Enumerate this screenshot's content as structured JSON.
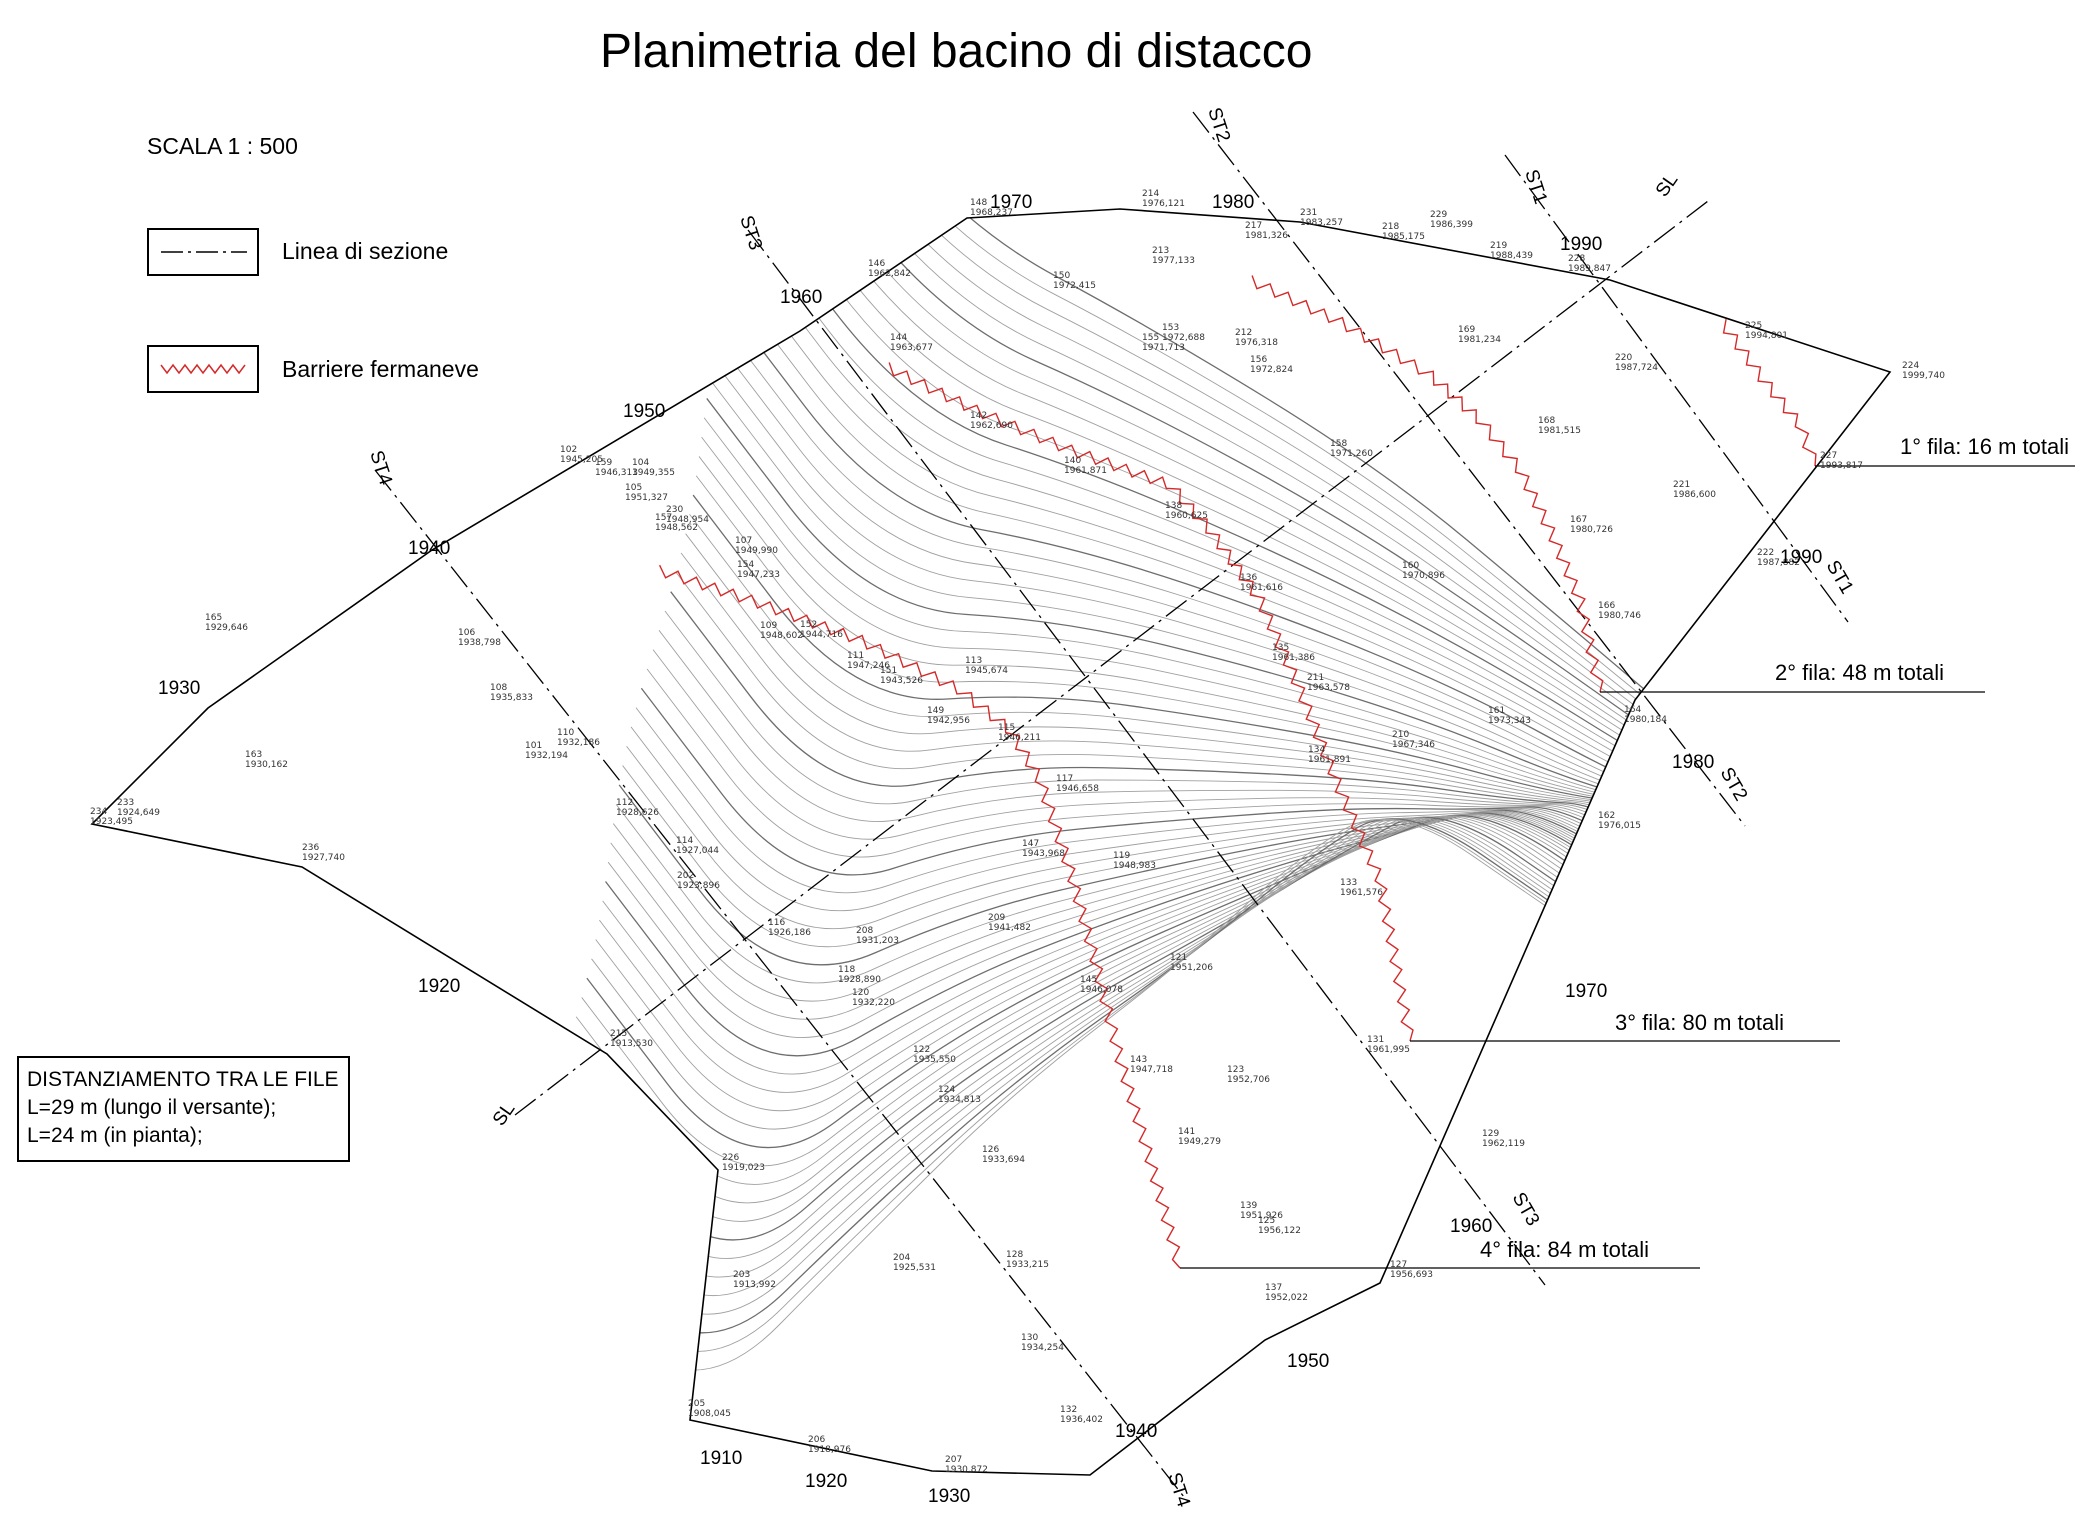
{
  "title": "Planimetria del bacino di distacco",
  "scale": "SCALA 1 : 500",
  "legend": {
    "section_line": "Linea di sezione",
    "barriers": "Barriere fermaneve"
  },
  "spacing": {
    "heading": "DISTANZIAMENTO TRA LE FILE",
    "line1": "L=29 m (lungo il versante);",
    "line2": "L=24 m (in pianta);"
  },
  "rows": [
    {
      "label": "1° fila: 16 m totali"
    },
    {
      "label": "2° fila: 48 m totali"
    },
    {
      "label": "3° fila: 80 m totali"
    },
    {
      "label": "4° fila: 84 m totali"
    }
  ],
  "sections": [
    "ST1",
    "ST2",
    "ST3",
    "ST4",
    "SL"
  ],
  "contour_elevations": [
    "1910",
    "1920",
    "1930",
    "1940",
    "1950",
    "1960",
    "1970",
    "1980",
    "1990"
  ],
  "colors": {
    "barrier": "#d42a2a",
    "contour": "#a0a0a0",
    "outline": "#000000"
  },
  "survey_points": [
    {
      "id": "148",
      "z": "1968,237"
    },
    {
      "id": "214",
      "z": "1976,121"
    },
    {
      "id": "217",
      "z": "1981,326"
    },
    {
      "id": "231",
      "z": "1983,257"
    },
    {
      "id": "218",
      "z": "1985,175"
    },
    {
      "id": "229",
      "z": "1986,399"
    },
    {
      "id": "219",
      "z": "1988,439"
    },
    {
      "id": "228",
      "z": "1989,847"
    },
    {
      "id": "225",
      "z": "1994,801"
    },
    {
      "id": "224",
      "z": "1999,740"
    },
    {
      "id": "227",
      "z": "1993,817"
    },
    {
      "id": "222",
      "z": "1987,882"
    },
    {
      "id": "221",
      "z": "1986,600"
    },
    {
      "id": "220",
      "z": "1987,724"
    },
    {
      "id": "169",
      "z": "1981,234"
    },
    {
      "id": "168",
      "z": "1981,515"
    },
    {
      "id": "167",
      "z": "1980,726"
    },
    {
      "id": "166",
      "z": "1980,746"
    },
    {
      "id": "164",
      "z": "1980,184"
    },
    {
      "id": "162",
      "z": "1976,015"
    },
    {
      "id": "161",
      "z": "1973,343"
    },
    {
      "id": "160",
      "z": "1970,896"
    },
    {
      "id": "158",
      "z": "1971,260"
    },
    {
      "id": "213",
      "z": "1977,133"
    },
    {
      "id": "212",
      "z": "1976,318"
    },
    {
      "id": "156",
      "z": "1972,824"
    },
    {
      "id": "153",
      "z": "1972,688"
    },
    {
      "id": "155",
      "z": "1971,713"
    },
    {
      "id": "150",
      "z": "1972,415"
    },
    {
      "id": "146",
      "z": "1962,842"
    },
    {
      "id": "144",
      "z": "1963,677"
    },
    {
      "id": "142",
      "z": "1962,690"
    },
    {
      "id": "140",
      "z": "1961,871"
    },
    {
      "id": "138",
      "z": "1960,625"
    },
    {
      "id": "136",
      "z": "1961,616"
    },
    {
      "id": "135",
      "z": "1961,386"
    },
    {
      "id": "211",
      "z": "1963,578"
    },
    {
      "id": "210",
      "z": "1967,346"
    },
    {
      "id": "134",
      "z": "1961,891"
    },
    {
      "id": "133",
      "z": "1961,576"
    },
    {
      "id": "131",
      "z": "1961,995"
    },
    {
      "id": "129",
      "z": "1962,119"
    },
    {
      "id": "127",
      "z": "1956,693"
    },
    {
      "id": "125",
      "z": "1956,122"
    },
    {
      "id": "137",
      "z": "1952,022"
    },
    {
      "id": "139",
      "z": "1951,926"
    },
    {
      "id": "141",
      "z": "1949,279"
    },
    {
      "id": "143",
      "z": "1947,718"
    },
    {
      "id": "145",
      "z": "1946,078"
    },
    {
      "id": "123",
      "z": "1952,706"
    },
    {
      "id": "121",
      "z": "1951,206"
    },
    {
      "id": "119",
      "z": "1948,983"
    },
    {
      "id": "117",
      "z": "1946,658"
    },
    {
      "id": "147",
      "z": "1943,968"
    },
    {
      "id": "209",
      "z": "1941,482"
    },
    {
      "id": "115",
      "z": "1946,211"
    },
    {
      "id": "113",
      "z": "1945,674"
    },
    {
      "id": "149",
      "z": "1942,956"
    },
    {
      "id": "151",
      "z": "1943,526"
    },
    {
      "id": "111",
      "z": "1947,246"
    },
    {
      "id": "152",
      "z": "1944,716"
    },
    {
      "id": "109",
      "z": "1948,602"
    },
    {
      "id": "154",
      "z": "1947,233"
    },
    {
      "id": "107",
      "z": "1949,990"
    },
    {
      "id": "230",
      "z": "1948,954"
    },
    {
      "id": "157",
      "z": "1948,562"
    },
    {
      "id": "105",
      "z": "1951,327"
    },
    {
      "id": "104",
      "z": "1949,355"
    },
    {
      "id": "159",
      "z": "1946,313"
    },
    {
      "id": "102",
      "z": "1945,205"
    },
    {
      "id": "106",
      "z": "1938,798"
    },
    {
      "id": "108",
      "z": "1935,833"
    },
    {
      "id": "165",
      "z": "1929,646"
    },
    {
      "id": "163",
      "z": "1930,162"
    },
    {
      "id": "233",
      "z": "1924,649"
    },
    {
      "id": "234",
      "z": "1923,495"
    },
    {
      "id": "236",
      "z": "1927,740"
    },
    {
      "id": "101",
      "z": "1932,194"
    },
    {
      "id": "110",
      "z": "1932,186"
    },
    {
      "id": "112",
      "z": "1928,626"
    },
    {
      "id": "114",
      "z": "1927,044"
    },
    {
      "id": "202",
      "z": "1923,896"
    },
    {
      "id": "116",
      "z": "1926,186"
    },
    {
      "id": "208",
      "z": "1931,203"
    },
    {
      "id": "118",
      "z": "1928,890"
    },
    {
      "id": "120",
      "z": "1932,220"
    },
    {
      "id": "122",
      "z": "1935,550"
    },
    {
      "id": "124",
      "z": "1934,813"
    },
    {
      "id": "126",
      "z": "1933,694"
    },
    {
      "id": "215",
      "z": "1913,530"
    },
    {
      "id": "226",
      "z": "1919,023"
    },
    {
      "id": "203",
      "z": "1913,992"
    },
    {
      "id": "205",
      "z": "1908,045"
    },
    {
      "id": "206",
      "z": "1918,976"
    },
    {
      "id": "207",
      "z": "1930,872"
    },
    {
      "id": "204",
      "z": "1925,531"
    },
    {
      "id": "128",
      "z": "1933,215"
    },
    {
      "id": "130",
      "z": "1934,254"
    },
    {
      "id": "132",
      "z": "1936,402"
    }
  ]
}
